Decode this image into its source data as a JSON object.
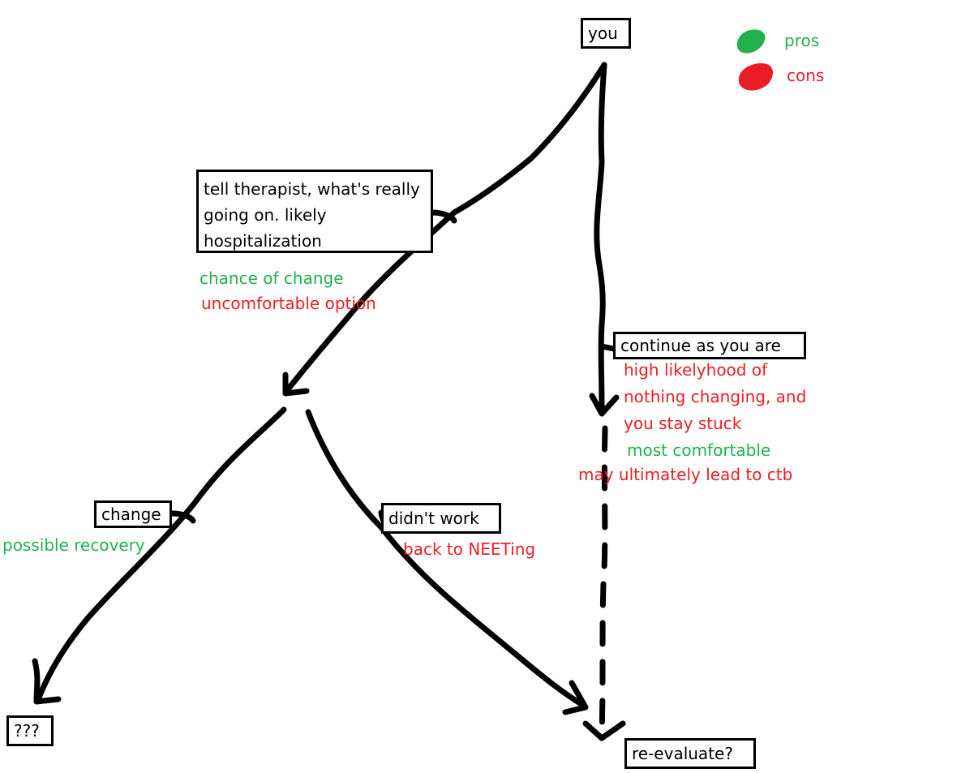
{
  "colors": {
    "pros": "#22b14c",
    "cons": "#ed1c24",
    "stroke": "#000000"
  },
  "legend": {
    "pros_label": "pros",
    "cons_label": "cons"
  },
  "nodes": {
    "you": "you",
    "tell_therapist": "tell therapist, what's really going on. likely hospitalization",
    "continue": "continue as you are",
    "change": "change",
    "didnt_work": "didn't work",
    "unknown": "???",
    "reevaluate": "re-evaluate?"
  },
  "notes": {
    "tell_therapist_pro": "chance of change",
    "tell_therapist_con": "uncomfortable option",
    "continue_con_1": "high likelyhood of",
    "continue_con_2": "nothing changing, and",
    "continue_con_3": "you stay stuck",
    "continue_pro": "most comfortable",
    "continue_con_4": "may ultimately lead to ctb",
    "change_pro": "possible recovery",
    "didnt_work_con": "back to NEETing"
  }
}
